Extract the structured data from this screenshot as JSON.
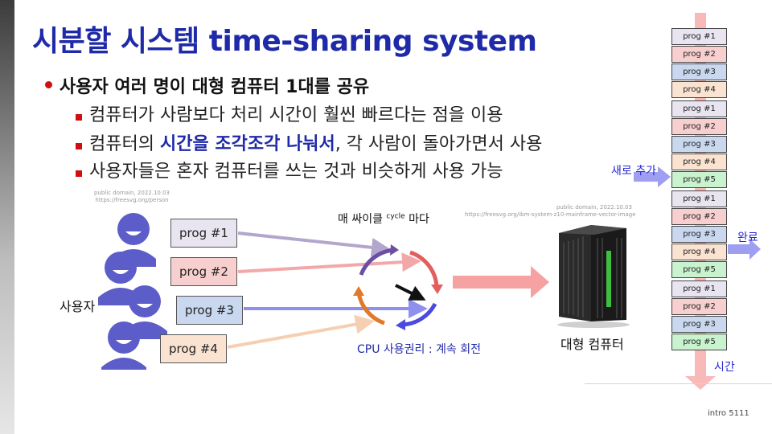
{
  "title": "시분할 시스템 time-sharing system",
  "bullets": {
    "main": "사용자 여러 명이 대형 컴퓨터 1대를 공유",
    "sub1": "컴퓨터가 사람보다 처리 시간이 훨씬 빠르다는 점을 이용",
    "sub2_pre": "컴퓨터의 ",
    "sub2_highlight": "시간을 조각조각 나눠서",
    "sub2_post": ", 각 사람이 돌아가면서 사용",
    "sub3": "사용자들은 혼자 컴퓨터를 쓰는 것과 비슷하게 사용 가능"
  },
  "credits": {
    "person_line1": "public domain, 2022.10.03",
    "person_line2": "https://freesvg.org/person",
    "mainframe_line1": "public domain, 2022.10.03",
    "mainframe_line2": "https://freesvg.org/ibm-system-z10-mainframe-vector-image"
  },
  "diagram": {
    "users_label": "사용자",
    "programs": [
      "prog #1",
      "prog #2",
      "prog #3",
      "prog #4"
    ],
    "cycle_label_pre": "매 싸이클 ",
    "cycle_label_sup": "cycle",
    "cycle_label_post": " 마다",
    "cpu_label": "CPU 사용권리 : 계속 회전",
    "mainframe_label": "대형 컴퓨터"
  },
  "queue": {
    "slots": [
      "prog #1",
      "prog #2",
      "prog #3",
      "prog #4",
      "prog #1",
      "prog #2",
      "prog #3",
      "prog #4",
      "prog #5",
      "prog #1",
      "prog #2",
      "prog #3",
      "prog #4",
      "prog #5",
      "prog #1",
      "prog #2",
      "prog #3",
      "prog #5"
    ],
    "new_label": "새로 추가",
    "done_label": "완료",
    "time_label": "시간"
  },
  "colors": {
    "title": "#1f2aa8",
    "prog1": "#e8e4f0",
    "prog2": "#f8cfcf",
    "prog3": "#c9d8ef",
    "prog4": "#fbe3d2",
    "prog5": "#c9f3cf"
  },
  "footer": "intro  5111"
}
